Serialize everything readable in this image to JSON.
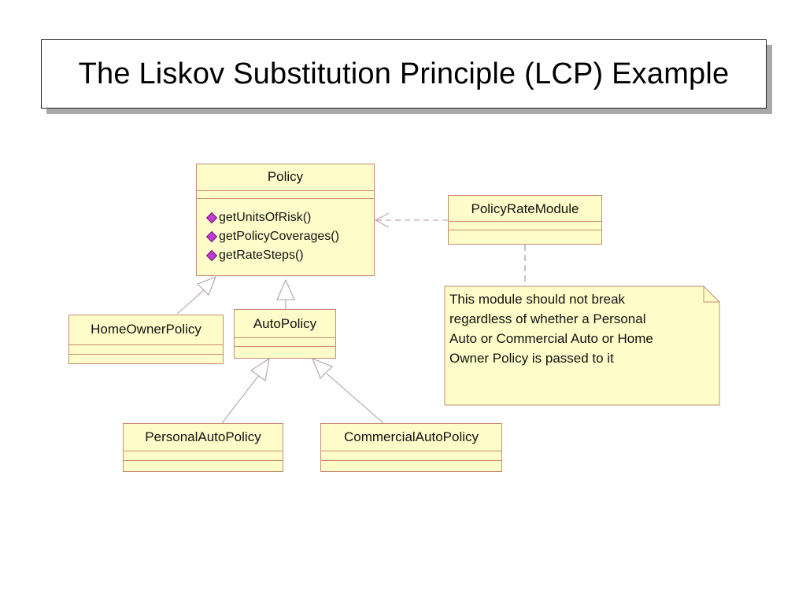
{
  "slide": {
    "title": "The Liskov Substitution Principle (LCP) Example"
  },
  "diagram": {
    "classes": {
      "policy": {
        "name": "Policy",
        "operations": [
          "getUnitsOfRisk()",
          "getPolicyCoverages()",
          "getRateSteps()"
        ]
      },
      "policy_rate_module": {
        "name": "PolicyRateModule"
      },
      "home_owner_policy": {
        "name": "HomeOwnerPolicy"
      },
      "auto_policy": {
        "name": "AutoPolicy"
      },
      "personal_auto_policy": {
        "name": "PersonalAutoPolicy"
      },
      "commercial_auto_policy": {
        "name": "CommercialAutoPolicy"
      }
    },
    "note": {
      "lines": [
        "This module should not break",
        "regardless of whether a Personal",
        "Auto or Commercial Auto or Home",
        "Owner Policy is passed to it"
      ]
    },
    "colors": {
      "class_fill": "#fefdc9",
      "class_border": "#c98b73",
      "operation_icon": "#c33ad3",
      "connector": "#b7a2a2",
      "note_link": "#aaaaaa"
    }
  }
}
